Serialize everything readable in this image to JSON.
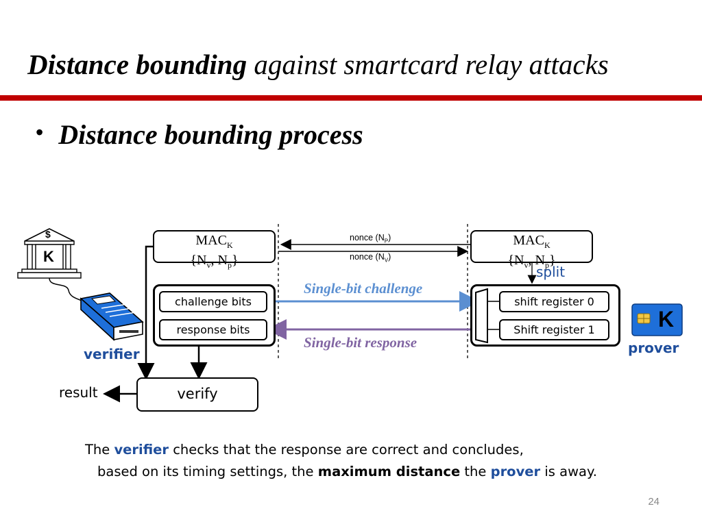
{
  "slide": {
    "title_bold": "Distance bounding",
    "title_rest": " against smartcard relay attacks",
    "bullet": "Distance bounding process",
    "page_number": "24"
  },
  "diagram": {
    "mac_left": "MAC",
    "mac_right": "MAC",
    "mac_key": "K",
    "nonce_open": "{N",
    "nonce_v": "v",
    "nonce_mid": ", N",
    "nonce_p": "p",
    "nonce_close": "}",
    "nonce_p_label": "nonce (N",
    "nonce_p_sub": "P",
    "nonce_v_label": "nonce (N",
    "nonce_v_sub": "V",
    "paren_close": ")",
    "challenge_bits": "challenge bits",
    "response_bits": "response bits",
    "shift_register_0": "shift register 0",
    "shift_register_1": "Shift register 1",
    "split": "split",
    "single_bit_challenge": "Single-bit challenge",
    "single_bit_response": "Single-bit response",
    "verify": "verify",
    "result": "result",
    "verifier": "verifier",
    "prover": "prover",
    "bank_dollar": "$",
    "bank_key": "K",
    "card_key": "K"
  },
  "footnote": {
    "p1a": "The ",
    "p1b": "verifier",
    "p1c": " checks that the response are correct and concludes,",
    "p2a": "based on its timing settings, the ",
    "p2b": "maximum distance",
    "p2c": " the ",
    "p2d": "prover",
    "p2e": " is away."
  },
  "colors": {
    "accent_red": "#c00000",
    "challenge_blue": "#5b8fd1",
    "response_purple": "#8064a2",
    "role_blue": "#1f4e9c",
    "card_blue": "#1e6fd9"
  }
}
